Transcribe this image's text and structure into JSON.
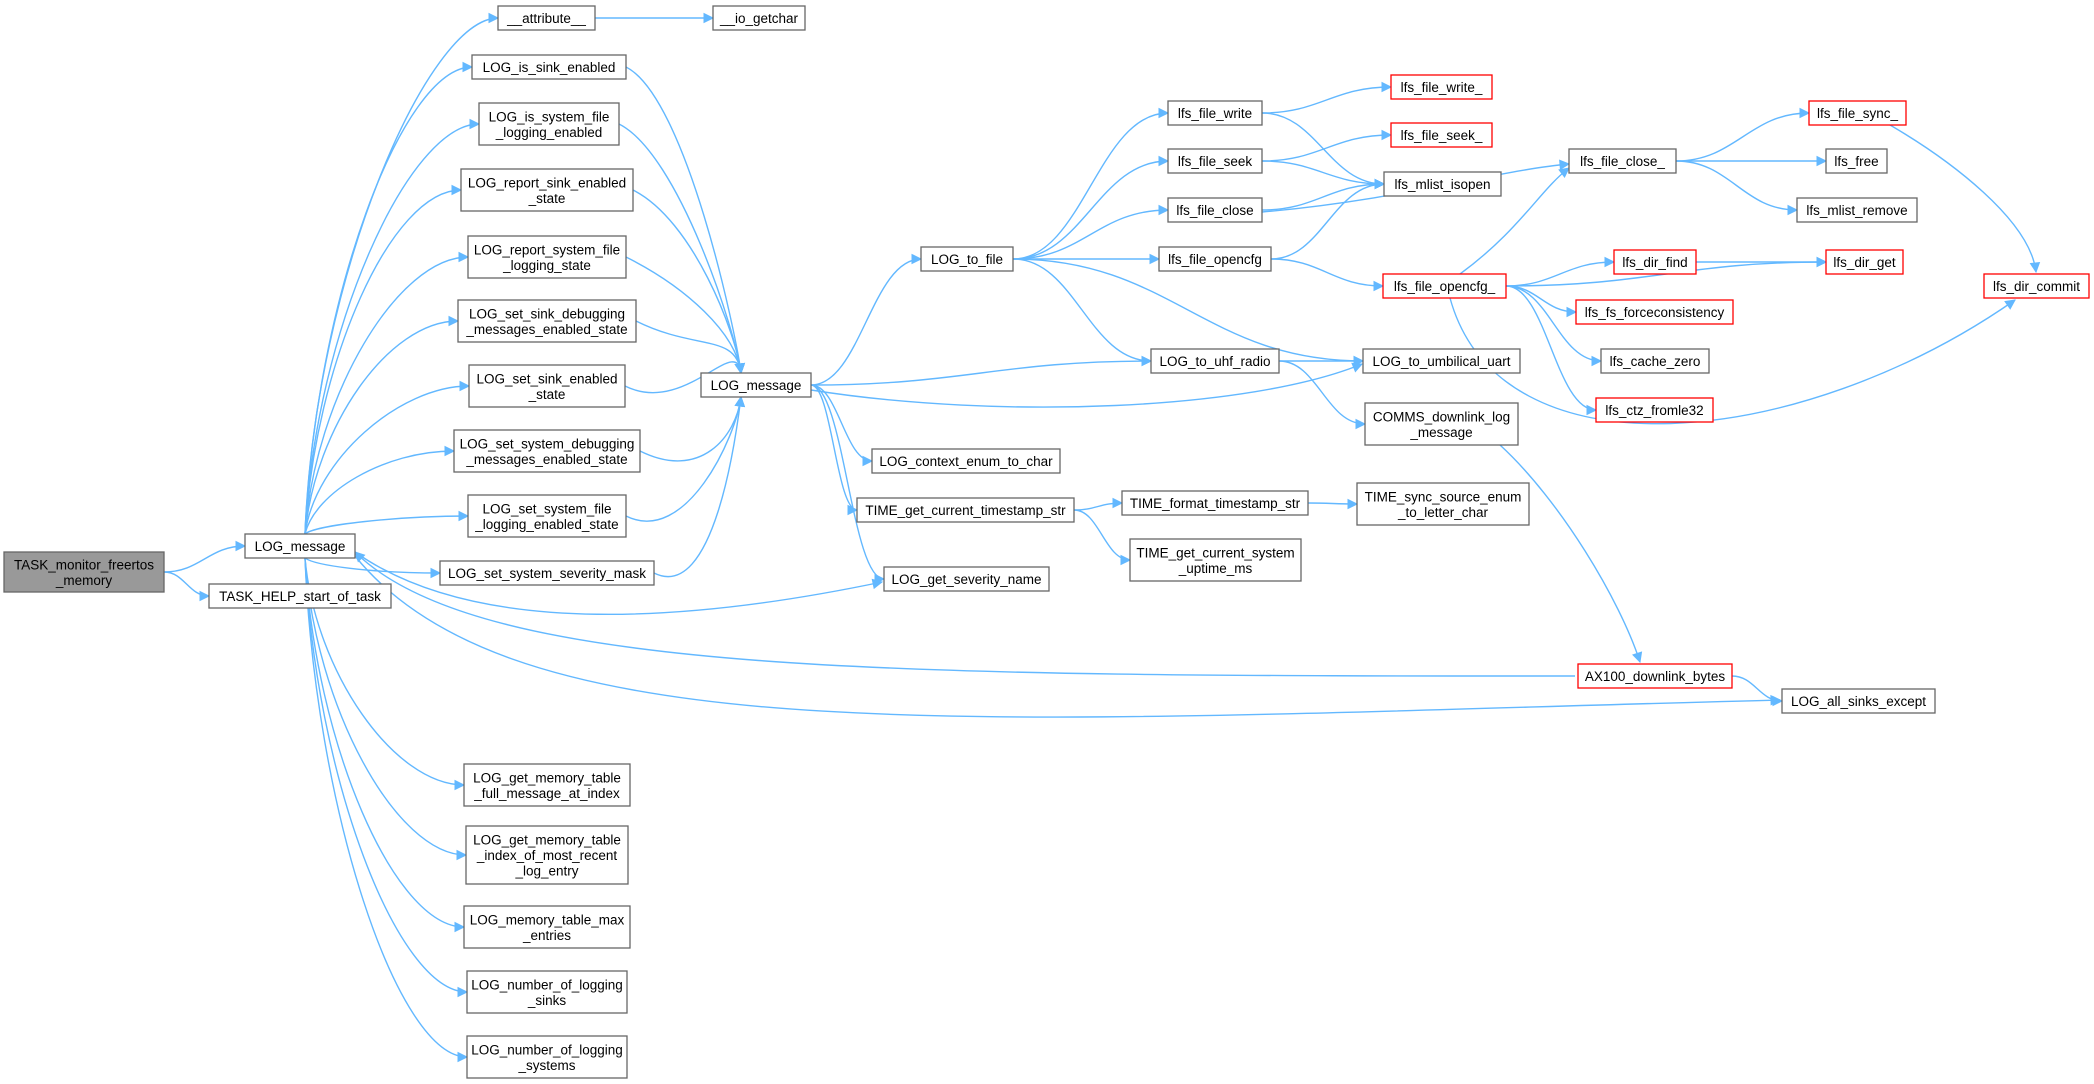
{
  "diagram": {
    "type": "call-graph",
    "colors": {
      "edge": "#63b8ff",
      "node_border": "#666666",
      "root_fill": "#999999",
      "truncated_border": "#ff0000"
    },
    "nodes": [
      {
        "id": "task_monitor",
        "lines": [
          "TASK_monitor_freertos",
          "_memory"
        ],
        "root": true
      },
      {
        "id": "log_message_a",
        "lines": [
          "LOG_message"
        ]
      },
      {
        "id": "task_help",
        "lines": [
          "TASK_HELP_start_of_task"
        ]
      },
      {
        "id": "attribute",
        "lines": [
          "__attribute__"
        ]
      },
      {
        "id": "io_getchar",
        "lines": [
          "__io_getchar"
        ]
      },
      {
        "id": "is_sink_enabled",
        "lines": [
          "LOG_is_sink_enabled"
        ]
      },
      {
        "id": "is_system_file",
        "lines": [
          "LOG_is_system_file",
          "_logging_enabled"
        ]
      },
      {
        "id": "report_sink",
        "lines": [
          "LOG_report_sink_enabled",
          "_state"
        ]
      },
      {
        "id": "report_system_file",
        "lines": [
          "LOG_report_system_file",
          "_logging_state"
        ]
      },
      {
        "id": "set_sink_debug",
        "lines": [
          "LOG_set_sink_debugging",
          "_messages_enabled_state"
        ]
      },
      {
        "id": "set_sink_enabled",
        "lines": [
          "LOG_set_sink_enabled",
          "_state"
        ]
      },
      {
        "id": "set_system_debug",
        "lines": [
          "LOG_set_system_debugging",
          "_messages_enabled_state"
        ]
      },
      {
        "id": "set_system_file",
        "lines": [
          "LOG_set_system_file",
          "_logging_enabled_state"
        ]
      },
      {
        "id": "set_system_severity",
        "lines": [
          "LOG_set_system_severity_mask"
        ]
      },
      {
        "id": "log_message_b",
        "lines": [
          "LOG_message"
        ]
      },
      {
        "id": "log_to_file",
        "lines": [
          "LOG_to_file"
        ]
      },
      {
        "id": "lfs_file_write",
        "lines": [
          "lfs_file_write"
        ]
      },
      {
        "id": "lfs_file_write_",
        "lines": [
          "lfs_file_write_"
        ],
        "truncated": true
      },
      {
        "id": "lfs_file_seek",
        "lines": [
          "lfs_file_seek"
        ]
      },
      {
        "id": "lfs_file_seek_",
        "lines": [
          "lfs_file_seek_"
        ],
        "truncated": true
      },
      {
        "id": "lfs_mlist_isopen",
        "lines": [
          "lfs_mlist_isopen"
        ]
      },
      {
        "id": "lfs_file_close",
        "lines": [
          "lfs_file_close"
        ]
      },
      {
        "id": "lfs_file_close_",
        "lines": [
          "lfs_file_close_"
        ]
      },
      {
        "id": "lfs_file_sync_",
        "lines": [
          "lfs_file_sync_"
        ],
        "truncated": true
      },
      {
        "id": "lfs_free",
        "lines": [
          "lfs_free"
        ]
      },
      {
        "id": "lfs_mlist_remove",
        "lines": [
          "lfs_mlist_remove"
        ]
      },
      {
        "id": "lfs_dir_commit",
        "lines": [
          "lfs_dir_commit"
        ],
        "truncated": true
      },
      {
        "id": "lfs_file_opencfg",
        "lines": [
          "lfs_file_opencfg"
        ]
      },
      {
        "id": "lfs_file_opencfg_",
        "lines": [
          "lfs_file_opencfg_"
        ],
        "truncated": true
      },
      {
        "id": "lfs_dir_find",
        "lines": [
          "lfs_dir_find"
        ],
        "truncated": true
      },
      {
        "id": "lfs_dir_get",
        "lines": [
          "lfs_dir_get"
        ],
        "truncated": true
      },
      {
        "id": "lfs_fs_force",
        "lines": [
          "lfs_fs_forceconsistency"
        ],
        "truncated": true
      },
      {
        "id": "lfs_cache_zero",
        "lines": [
          "lfs_cache_zero"
        ]
      },
      {
        "id": "lfs_ctz_fromle32",
        "lines": [
          "lfs_ctz_fromle32"
        ],
        "truncated": true
      },
      {
        "id": "log_to_uhf",
        "lines": [
          "LOG_to_uhf_radio"
        ]
      },
      {
        "id": "log_to_umbilical",
        "lines": [
          "LOG_to_umbilical_uart"
        ]
      },
      {
        "id": "comms_downlink",
        "lines": [
          "COMMS_downlink_log",
          "_message"
        ]
      },
      {
        "id": "context_enum",
        "lines": [
          "LOG_context_enum_to_char"
        ]
      },
      {
        "id": "time_get_ts",
        "lines": [
          "TIME_get_current_timestamp_str"
        ]
      },
      {
        "id": "time_format_ts",
        "lines": [
          "TIME_format_timestamp_str"
        ]
      },
      {
        "id": "time_sync_src",
        "lines": [
          "TIME_sync_source_enum",
          "_to_letter_char"
        ]
      },
      {
        "id": "time_get_uptime",
        "lines": [
          "TIME_get_current_system",
          "_uptime_ms"
        ]
      },
      {
        "id": "get_severity",
        "lines": [
          "LOG_get_severity_name"
        ]
      },
      {
        "id": "ax100",
        "lines": [
          "AX100_downlink_bytes"
        ],
        "truncated": true
      },
      {
        "id": "all_sinks_except",
        "lines": [
          "LOG_all_sinks_except"
        ]
      },
      {
        "id": "mem_full_msg",
        "lines": [
          "LOG_get_memory_table",
          "_full_message_at_index"
        ]
      },
      {
        "id": "mem_index_recent",
        "lines": [
          "LOG_get_memory_table",
          "_index_of_most_recent",
          "_log_entry"
        ]
      },
      {
        "id": "mem_max_entries",
        "lines": [
          "LOG_memory_table_max",
          "_entries"
        ]
      },
      {
        "id": "num_sinks",
        "lines": [
          "LOG_number_of_logging",
          "_sinks"
        ]
      },
      {
        "id": "num_systems",
        "lines": [
          "LOG_number_of_logging",
          "_systems"
        ]
      }
    ],
    "edges": [
      [
        "task_monitor",
        "log_message_a"
      ],
      [
        "task_monitor",
        "task_help"
      ],
      [
        "log_message_a",
        "attribute"
      ],
      [
        "attribute",
        "io_getchar"
      ],
      [
        "log_message_a",
        "is_sink_enabled"
      ],
      [
        "log_message_a",
        "is_system_file"
      ],
      [
        "log_message_a",
        "report_sink"
      ],
      [
        "log_message_a",
        "report_system_file"
      ],
      [
        "log_message_a",
        "set_sink_debug"
      ],
      [
        "log_message_a",
        "set_sink_enabled"
      ],
      [
        "log_message_a",
        "set_system_debug"
      ],
      [
        "log_message_a",
        "set_system_file"
      ],
      [
        "log_message_a",
        "set_system_severity"
      ],
      [
        "is_sink_enabled",
        "log_message_b"
      ],
      [
        "is_system_file",
        "log_message_b"
      ],
      [
        "report_sink",
        "log_message_b"
      ],
      [
        "report_system_file",
        "log_message_b"
      ],
      [
        "set_sink_debug",
        "log_message_b"
      ],
      [
        "set_sink_enabled",
        "log_message_b"
      ],
      [
        "set_system_debug",
        "log_message_b"
      ],
      [
        "set_system_file",
        "log_message_b"
      ],
      [
        "set_system_severity",
        "log_message_b"
      ],
      [
        "log_message_b",
        "log_to_file"
      ],
      [
        "log_message_b",
        "log_to_uhf"
      ],
      [
        "log_message_b",
        "log_to_umbilical"
      ],
      [
        "log_message_b",
        "context_enum"
      ],
      [
        "log_message_b",
        "time_get_ts"
      ],
      [
        "log_message_b",
        "get_severity"
      ],
      [
        "log_to_file",
        "lfs_file_write"
      ],
      [
        "log_to_file",
        "lfs_file_seek"
      ],
      [
        "log_to_file",
        "lfs_file_close"
      ],
      [
        "log_to_file",
        "lfs_file_opencfg"
      ],
      [
        "log_to_file",
        "log_to_uhf"
      ],
      [
        "log_to_file",
        "log_to_umbilical"
      ],
      [
        "lfs_file_write",
        "lfs_file_write_"
      ],
      [
        "lfs_file_write",
        "lfs_mlist_isopen"
      ],
      [
        "lfs_file_seek",
        "lfs_file_seek_"
      ],
      [
        "lfs_file_seek",
        "lfs_mlist_isopen"
      ],
      [
        "lfs_file_close",
        "lfs_mlist_isopen"
      ],
      [
        "lfs_file_close",
        "lfs_file_close_"
      ],
      [
        "lfs_file_opencfg",
        "lfs_mlist_isopen"
      ],
      [
        "lfs_file_opencfg",
        "lfs_file_opencfg_"
      ],
      [
        "lfs_file_close_",
        "lfs_file_sync_"
      ],
      [
        "lfs_file_close_",
        "lfs_free"
      ],
      [
        "lfs_file_close_",
        "lfs_mlist_remove"
      ],
      [
        "lfs_file_sync_",
        "lfs_dir_commit"
      ],
      [
        "lfs_file_opencfg_",
        "lfs_file_close_"
      ],
      [
        "lfs_file_opencfg_",
        "lfs_dir_find"
      ],
      [
        "lfs_file_opencfg_",
        "lfs_dir_get"
      ],
      [
        "lfs_file_opencfg_",
        "lfs_fs_force"
      ],
      [
        "lfs_file_opencfg_",
        "lfs_cache_zero"
      ],
      [
        "lfs_file_opencfg_",
        "lfs_ctz_fromle32"
      ],
      [
        "lfs_file_opencfg_",
        "lfs_dir_commit"
      ],
      [
        "lfs_dir_find",
        "lfs_dir_get"
      ],
      [
        "log_to_uhf",
        "log_to_umbilical"
      ],
      [
        "log_to_uhf",
        "comms_downlink"
      ],
      [
        "comms_downlink",
        "ax100"
      ],
      [
        "time_get_ts",
        "time_format_ts"
      ],
      [
        "time_get_ts",
        "time_get_uptime"
      ],
      [
        "time_format_ts",
        "time_sync_src"
      ],
      [
        "log_message_a",
        "get_severity"
      ],
      [
        "ax100",
        "log_message_a"
      ],
      [
        "ax100",
        "all_sinks_except"
      ],
      [
        "log_message_a",
        "all_sinks_except"
      ],
      [
        "log_message_a",
        "mem_full_msg"
      ],
      [
        "log_message_a",
        "mem_index_recent"
      ],
      [
        "log_message_a",
        "mem_max_entries"
      ],
      [
        "log_message_a",
        "num_sinks"
      ],
      [
        "log_message_a",
        "num_systems"
      ]
    ]
  }
}
